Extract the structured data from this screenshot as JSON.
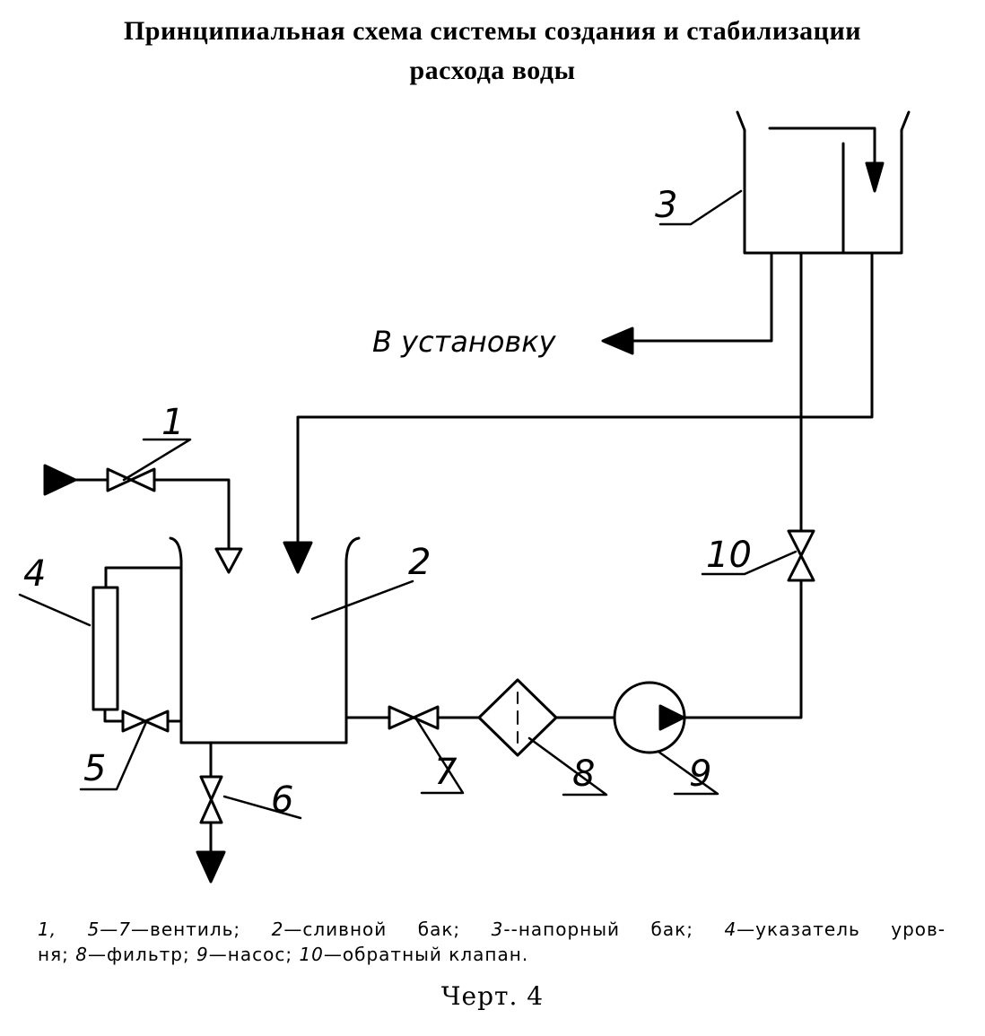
{
  "title": {
    "line1": "Принципиальная схема системы создания и стабилизации",
    "line2": "расхода воды"
  },
  "labels": {
    "valve_1": "1",
    "drain_tank_2": "2",
    "pressure_tank_3": "3",
    "level_gauge_4": "4",
    "valve_5": "5",
    "valve_6": "6",
    "valve_7": "7",
    "filter_8": "8",
    "pump_9": "9",
    "check_valve_10": "10"
  },
  "destination": "В установку",
  "legend": {
    "line1": [
      {
        "num": "1, 5—7",
        "text": "—вентиль; "
      },
      {
        "num": "2",
        "text": "—сливной бак; "
      },
      {
        "num": "3",
        "text": "--напорный бак; "
      },
      {
        "num": "4",
        "text": "—указатель уров-"
      }
    ],
    "line2": [
      {
        "num": "",
        "text": "ня; "
      },
      {
        "num": "8",
        "text": "—фильтр; "
      },
      {
        "num": "9",
        "text": "—насос; "
      },
      {
        "num": "10",
        "text": "—обратный клапан."
      }
    ]
  },
  "caption": "Черт. 4"
}
